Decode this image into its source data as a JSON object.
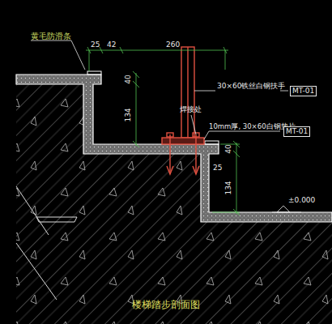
{
  "diagram": {
    "caption": "楼梯踏步剖面图",
    "nodes": [
      {
        "text": [
          "MT-01"
        ]
      },
      {
        "text": [
          "MT-01"
        ]
      }
    ],
    "labels": [
      "黄毛防滑条",
      "25",
      "42",
      "260",
      "40",
      "134",
      "30×60铁丝白钢扶手",
      "焊接处",
      "10mm厚, 30×60白钢垫片",
      "40",
      "25",
      "134",
      "±0.000"
    ]
  }
}
